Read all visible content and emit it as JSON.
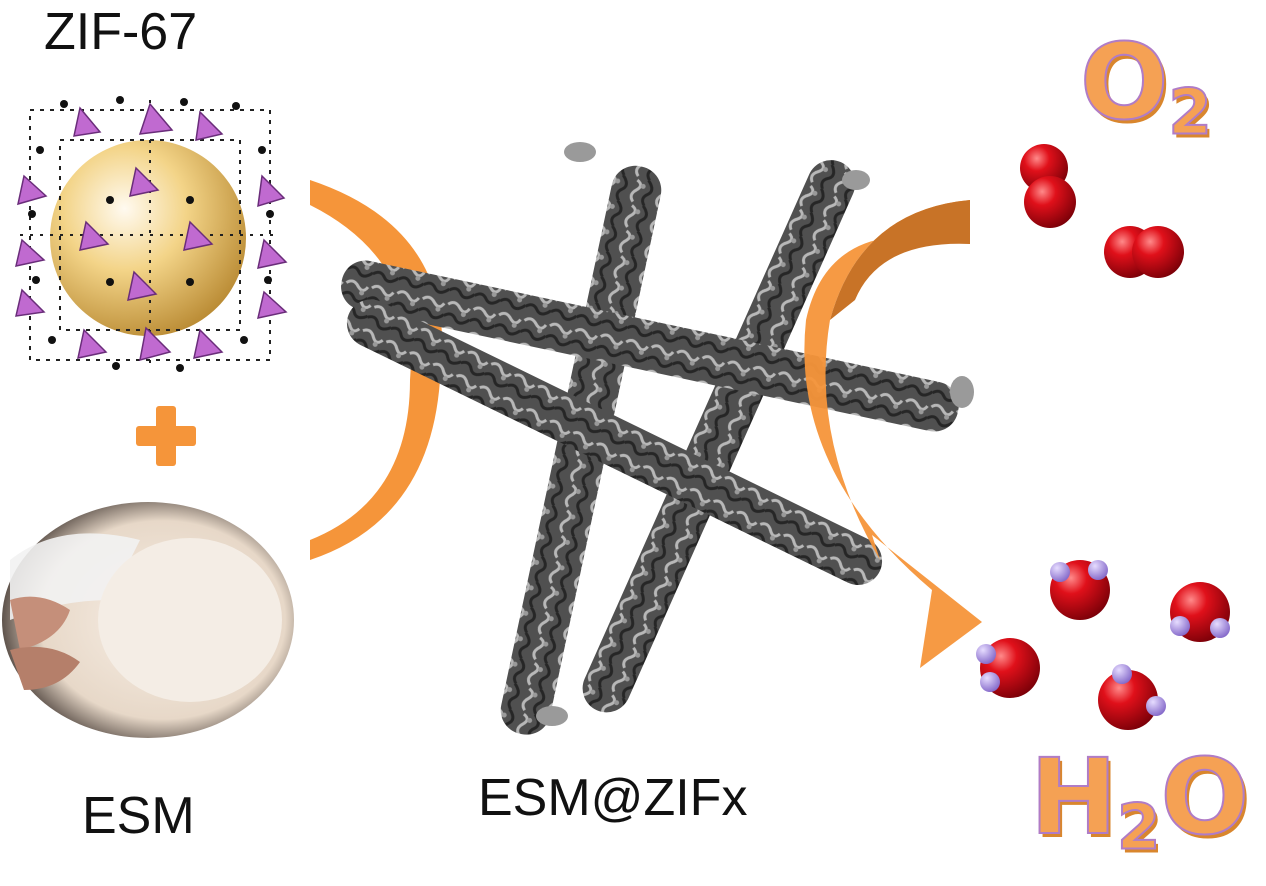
{
  "labels": {
    "zif": "ZIF-67",
    "esm": "ESM",
    "product": "ESM@ZIFx",
    "oxygen_main": "O",
    "oxygen_sub": "2",
    "water_h": "H",
    "water_sub": "2",
    "water_o": "O"
  },
  "colors": {
    "arrow_orange": "#f5953a",
    "arrow_dark_orange": "#c87327",
    "oxygen_red": "#e0101a",
    "hydrogen_purple": "#a98ee0",
    "sphere_gold": "#f3d488",
    "tetra_purple": "#c06ad0",
    "fiber_gray": "#5a5a5a"
  }
}
